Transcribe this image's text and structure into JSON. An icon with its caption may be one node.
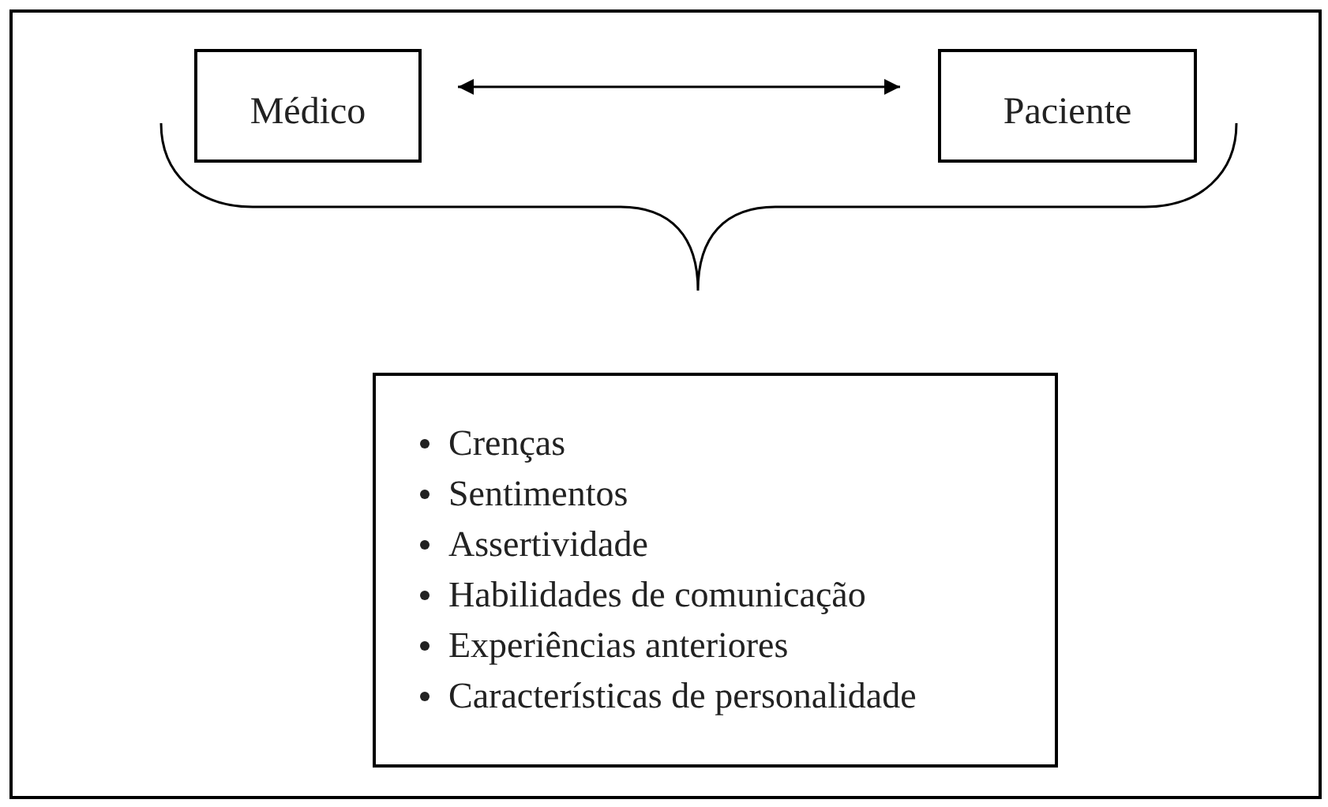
{
  "diagram": {
    "nodes": [
      {
        "text": [
          "Médico"
        ]
      },
      {
        "text": [
          "Paciente"
        ]
      },
      {
        "text": [
          "Crenças",
          "Sentimentos",
          "Assertividade",
          "Habilidades de comunicação",
          "Experiências anteriores",
          "Características de personalidade"
        ]
      }
    ],
    "edges": [
      {
        "from": 0,
        "to": 1,
        "arrow": "both"
      }
    ]
  }
}
